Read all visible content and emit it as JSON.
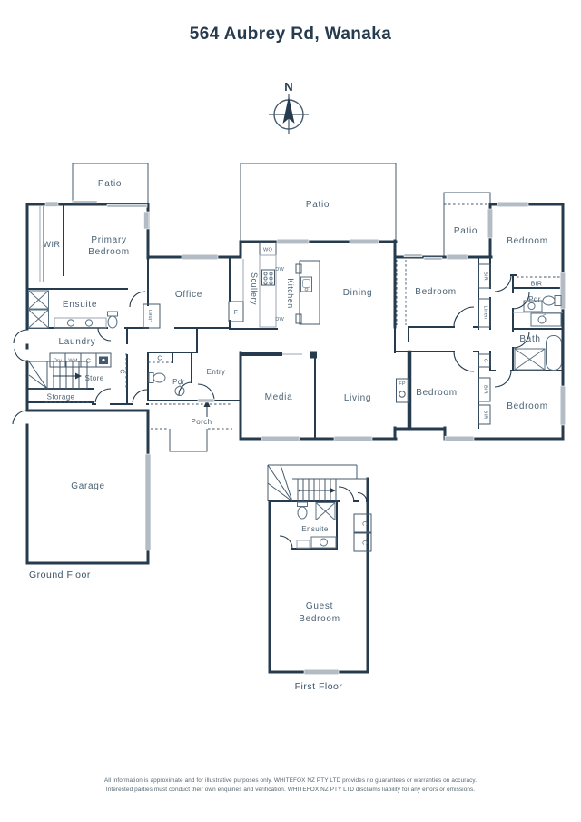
{
  "title": "564 Aubrey Rd, Wanaka",
  "compass": {
    "north": "N"
  },
  "gf": {
    "label": "Ground Floor",
    "patio_left": "Patio",
    "wir": "WIR",
    "primary1": "Primary",
    "primary2": "Bedroom",
    "ensuite": "Ensuite",
    "laundry": "Laundry",
    "dry": "Dry",
    "wm": "WM",
    "c1": "C",
    "store": "Store",
    "storage": "Storage",
    "c_hall": "C",
    "office": "Office",
    "linen_office": "Linen",
    "fridge": "F",
    "scullery": "Scullery",
    "wall_oven": "WO",
    "dw1": "DW",
    "dw2": "DW",
    "kitchen": "Kitchen",
    "patio_center": "Patio",
    "dining": "Dining",
    "patio_right": "Patio",
    "bedroom_tr": "Bedroom",
    "bir1": "BIR",
    "linen_hall": "Linen",
    "bir_robe": "BIR",
    "pdr_r": "Pdr",
    "bath": "Bath",
    "bedroom_tc": "Bedroom",
    "c_col": "C",
    "bir2": "BIR",
    "bir3": "BIR",
    "bedroom_bc": "Bedroom",
    "bedroom_br": "Bedroom",
    "fp": "FP",
    "media": "Media",
    "living": "Living",
    "entry": "Entry",
    "c_entry": "C",
    "pdr_l": "Pdr",
    "porch": "Porch",
    "garage": "Garage"
  },
  "ff": {
    "label": "First Floor",
    "ensuite": "Ensuite",
    "c_top": "C",
    "c_bottom": "C",
    "guest1": "Guest",
    "guest2": "Bedroom"
  },
  "footer": {
    "line1": "All information is approximate and for illustrative purposes only. WHITEFOX NZ PTY LTD provides no guarantees or warranties on accuracy.",
    "line2": "Interested parties must conduct their own enquiries and verification. WHITEFOX NZ PTY LTD disclaims liability for any errors or omissions."
  },
  "colors": {
    "wall": "#263b4d",
    "label": "#4a6173",
    "window": "#b3bcc4"
  }
}
